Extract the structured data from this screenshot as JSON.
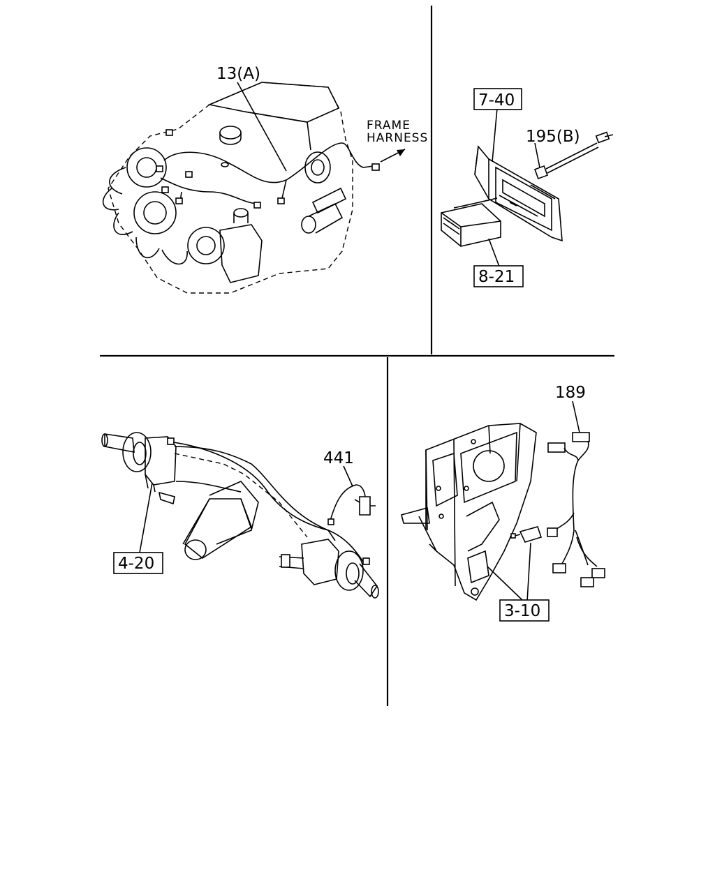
{
  "labels": {
    "engine_harness": "13(A)",
    "frame_harness_line1": "FRAME",
    "frame_harness_line2": "HARNESS",
    "dash_panel": "7-40",
    "dash_connector": "195(B)",
    "radio_unit": "8-21",
    "rear_axle_sensor": "441",
    "rear_axle": "4-20",
    "pedal_harness": "189",
    "pedal_bracket": "3-10"
  },
  "colors": {
    "line": "#000000",
    "background": "#ffffff"
  }
}
